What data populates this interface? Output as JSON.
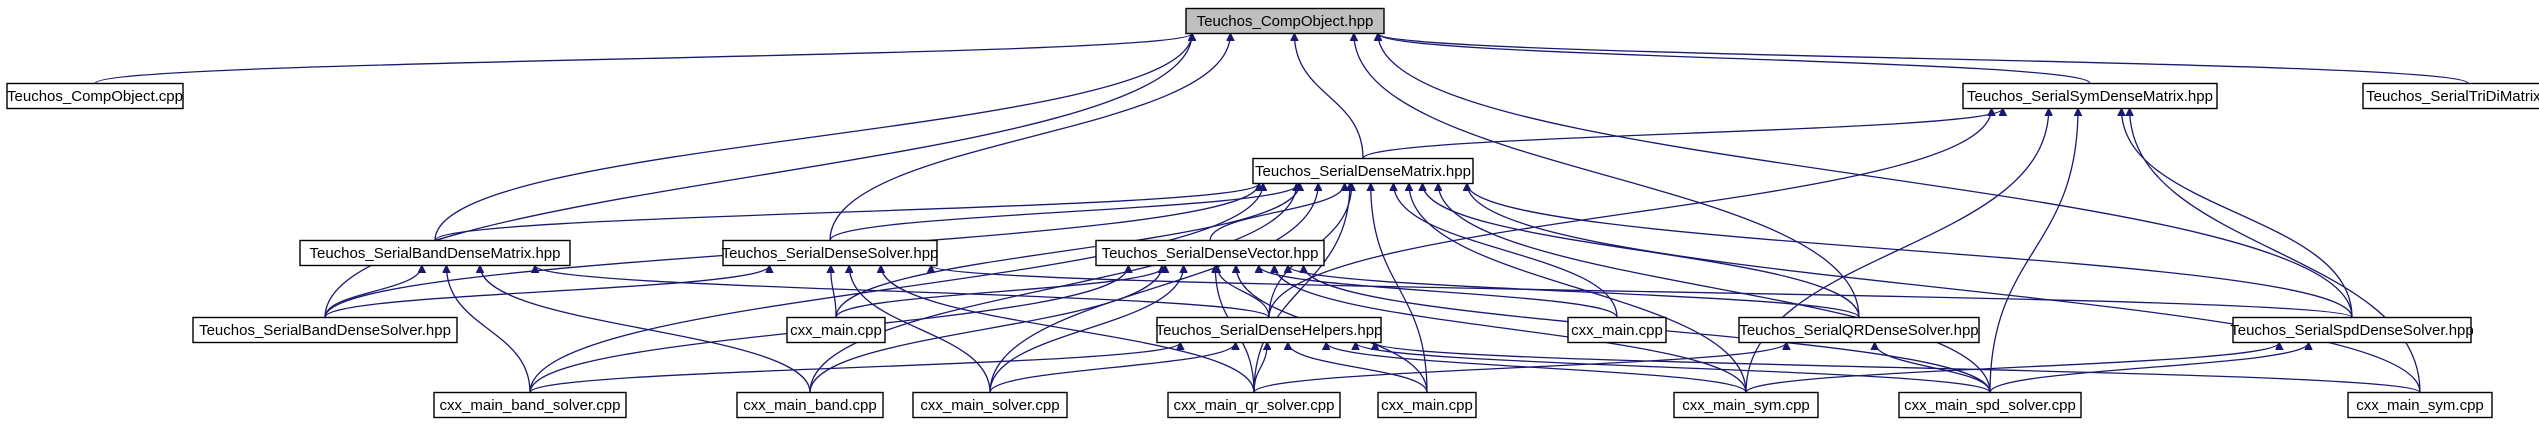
{
  "graph": {
    "nodes": [
      {
        "id": "compobj_hpp",
        "label": "Teuchos_CompObject.hpp",
        "root": true
      },
      {
        "id": "compobj_cpp",
        "label": "Teuchos_CompObject.cpp"
      },
      {
        "id": "symdense",
        "label": "Teuchos_SerialSymDenseMatrix.hpp"
      },
      {
        "id": "tridi",
        "label": "Teuchos_SerialTriDiMatrix.hpp"
      },
      {
        "id": "densematrix",
        "label": "Teuchos_SerialDenseMatrix.hpp"
      },
      {
        "id": "banddense",
        "label": "Teuchos_SerialBandDenseMatrix.hpp"
      },
      {
        "id": "densesolver",
        "label": "Teuchos_SerialDenseSolver.hpp"
      },
      {
        "id": "densevector",
        "label": "Teuchos_SerialDenseVector.hpp"
      },
      {
        "id": "bandsolver",
        "label": "Teuchos_SerialBandDenseSolver.hpp"
      },
      {
        "id": "cxxmain_a",
        "label": "cxx_main.cpp"
      },
      {
        "id": "helpers",
        "label": "Teuchos_SerialDenseHelpers.hpp"
      },
      {
        "id": "cxxmain_b",
        "label": "cxx_main.cpp"
      },
      {
        "id": "qrsolver",
        "label": "Teuchos_SerialQRDenseSolver.hpp"
      },
      {
        "id": "spdsolver",
        "label": "Teuchos_SerialSpdDenseSolver.hpp"
      },
      {
        "id": "main_band_solver",
        "label": "cxx_main_band_solver.cpp"
      },
      {
        "id": "main_band",
        "label": "cxx_main_band.cpp"
      },
      {
        "id": "main_solver",
        "label": "cxx_main_solver.cpp"
      },
      {
        "id": "main_qr_solver",
        "label": "cxx_main_qr_solver.cpp"
      },
      {
        "id": "cxxmain_c",
        "label": "cxx_main.cpp"
      },
      {
        "id": "main_sym",
        "label": "cxx_main_sym.cpp"
      },
      {
        "id": "main_spd_solver",
        "label": "cxx_main_spd_solver.cpp"
      },
      {
        "id": "main_sym2",
        "label": "cxx_main_sym.cpp"
      }
    ],
    "edges": [
      [
        "compobj_cpp",
        "compobj_hpp"
      ],
      [
        "symdense",
        "compobj_hpp"
      ],
      [
        "tridi",
        "compobj_hpp"
      ],
      [
        "densematrix",
        "compobj_hpp"
      ],
      [
        "banddense",
        "compobj_hpp"
      ],
      [
        "densesolver",
        "compobj_hpp"
      ],
      [
        "bandsolver",
        "compobj_hpp"
      ],
      [
        "qrsolver",
        "compobj_hpp"
      ],
      [
        "spdsolver",
        "compobj_hpp"
      ],
      [
        "densematrix",
        "symdense"
      ],
      [
        "helpers",
        "symdense"
      ],
      [
        "spdsolver",
        "symdense"
      ],
      [
        "main_sym",
        "symdense"
      ],
      [
        "main_spd_solver",
        "symdense"
      ],
      [
        "main_sym2",
        "symdense"
      ],
      [
        "banddense",
        "densematrix"
      ],
      [
        "densesolver",
        "densematrix"
      ],
      [
        "densevector",
        "densematrix"
      ],
      [
        "bandsolver",
        "densematrix"
      ],
      [
        "cxxmain_a",
        "densematrix"
      ],
      [
        "helpers",
        "densematrix"
      ],
      [
        "cxxmain_b",
        "densematrix"
      ],
      [
        "qrsolver",
        "densematrix"
      ],
      [
        "spdsolver",
        "densematrix"
      ],
      [
        "main_band_solver",
        "densematrix"
      ],
      [
        "main_band",
        "densematrix"
      ],
      [
        "main_solver",
        "densematrix"
      ],
      [
        "main_qr_solver",
        "densematrix"
      ],
      [
        "cxxmain_c",
        "densematrix"
      ],
      [
        "main_sym",
        "densematrix"
      ],
      [
        "main_spd_solver",
        "densematrix"
      ],
      [
        "main_sym2",
        "densematrix"
      ],
      [
        "bandsolver",
        "banddense"
      ],
      [
        "helpers",
        "banddense"
      ],
      [
        "main_band_solver",
        "banddense"
      ],
      [
        "main_band",
        "banddense"
      ],
      [
        "bandsolver",
        "densesolver"
      ],
      [
        "cxxmain_a",
        "densesolver"
      ],
      [
        "main_solver",
        "densesolver"
      ],
      [
        "main_qr_solver",
        "densesolver"
      ],
      [
        "spdsolver",
        "densesolver"
      ],
      [
        "cxxmain_a",
        "densevector"
      ],
      [
        "helpers",
        "densevector"
      ],
      [
        "cxxmain_b",
        "densevector"
      ],
      [
        "qrsolver",
        "densevector"
      ],
      [
        "main_band_solver",
        "densevector"
      ],
      [
        "main_band",
        "densevector"
      ],
      [
        "main_solver",
        "densevector"
      ],
      [
        "main_qr_solver",
        "densevector"
      ],
      [
        "cxxmain_c",
        "densevector"
      ],
      [
        "main_sym",
        "densevector"
      ],
      [
        "main_spd_solver",
        "densevector"
      ],
      [
        "main_band_solver",
        "helpers"
      ],
      [
        "main_solver",
        "helpers"
      ],
      [
        "main_qr_solver",
        "helpers"
      ],
      [
        "cxxmain_c",
        "helpers"
      ],
      [
        "main_sym",
        "helpers"
      ],
      [
        "main_spd_solver",
        "helpers"
      ],
      [
        "main_sym2",
        "helpers"
      ],
      [
        "main_qr_solver",
        "qrsolver"
      ],
      [
        "main_spd_solver",
        "qrsolver"
      ],
      [
        "main_sym",
        "spdsolver"
      ],
      [
        "main_spd_solver",
        "spdsolver"
      ]
    ]
  }
}
